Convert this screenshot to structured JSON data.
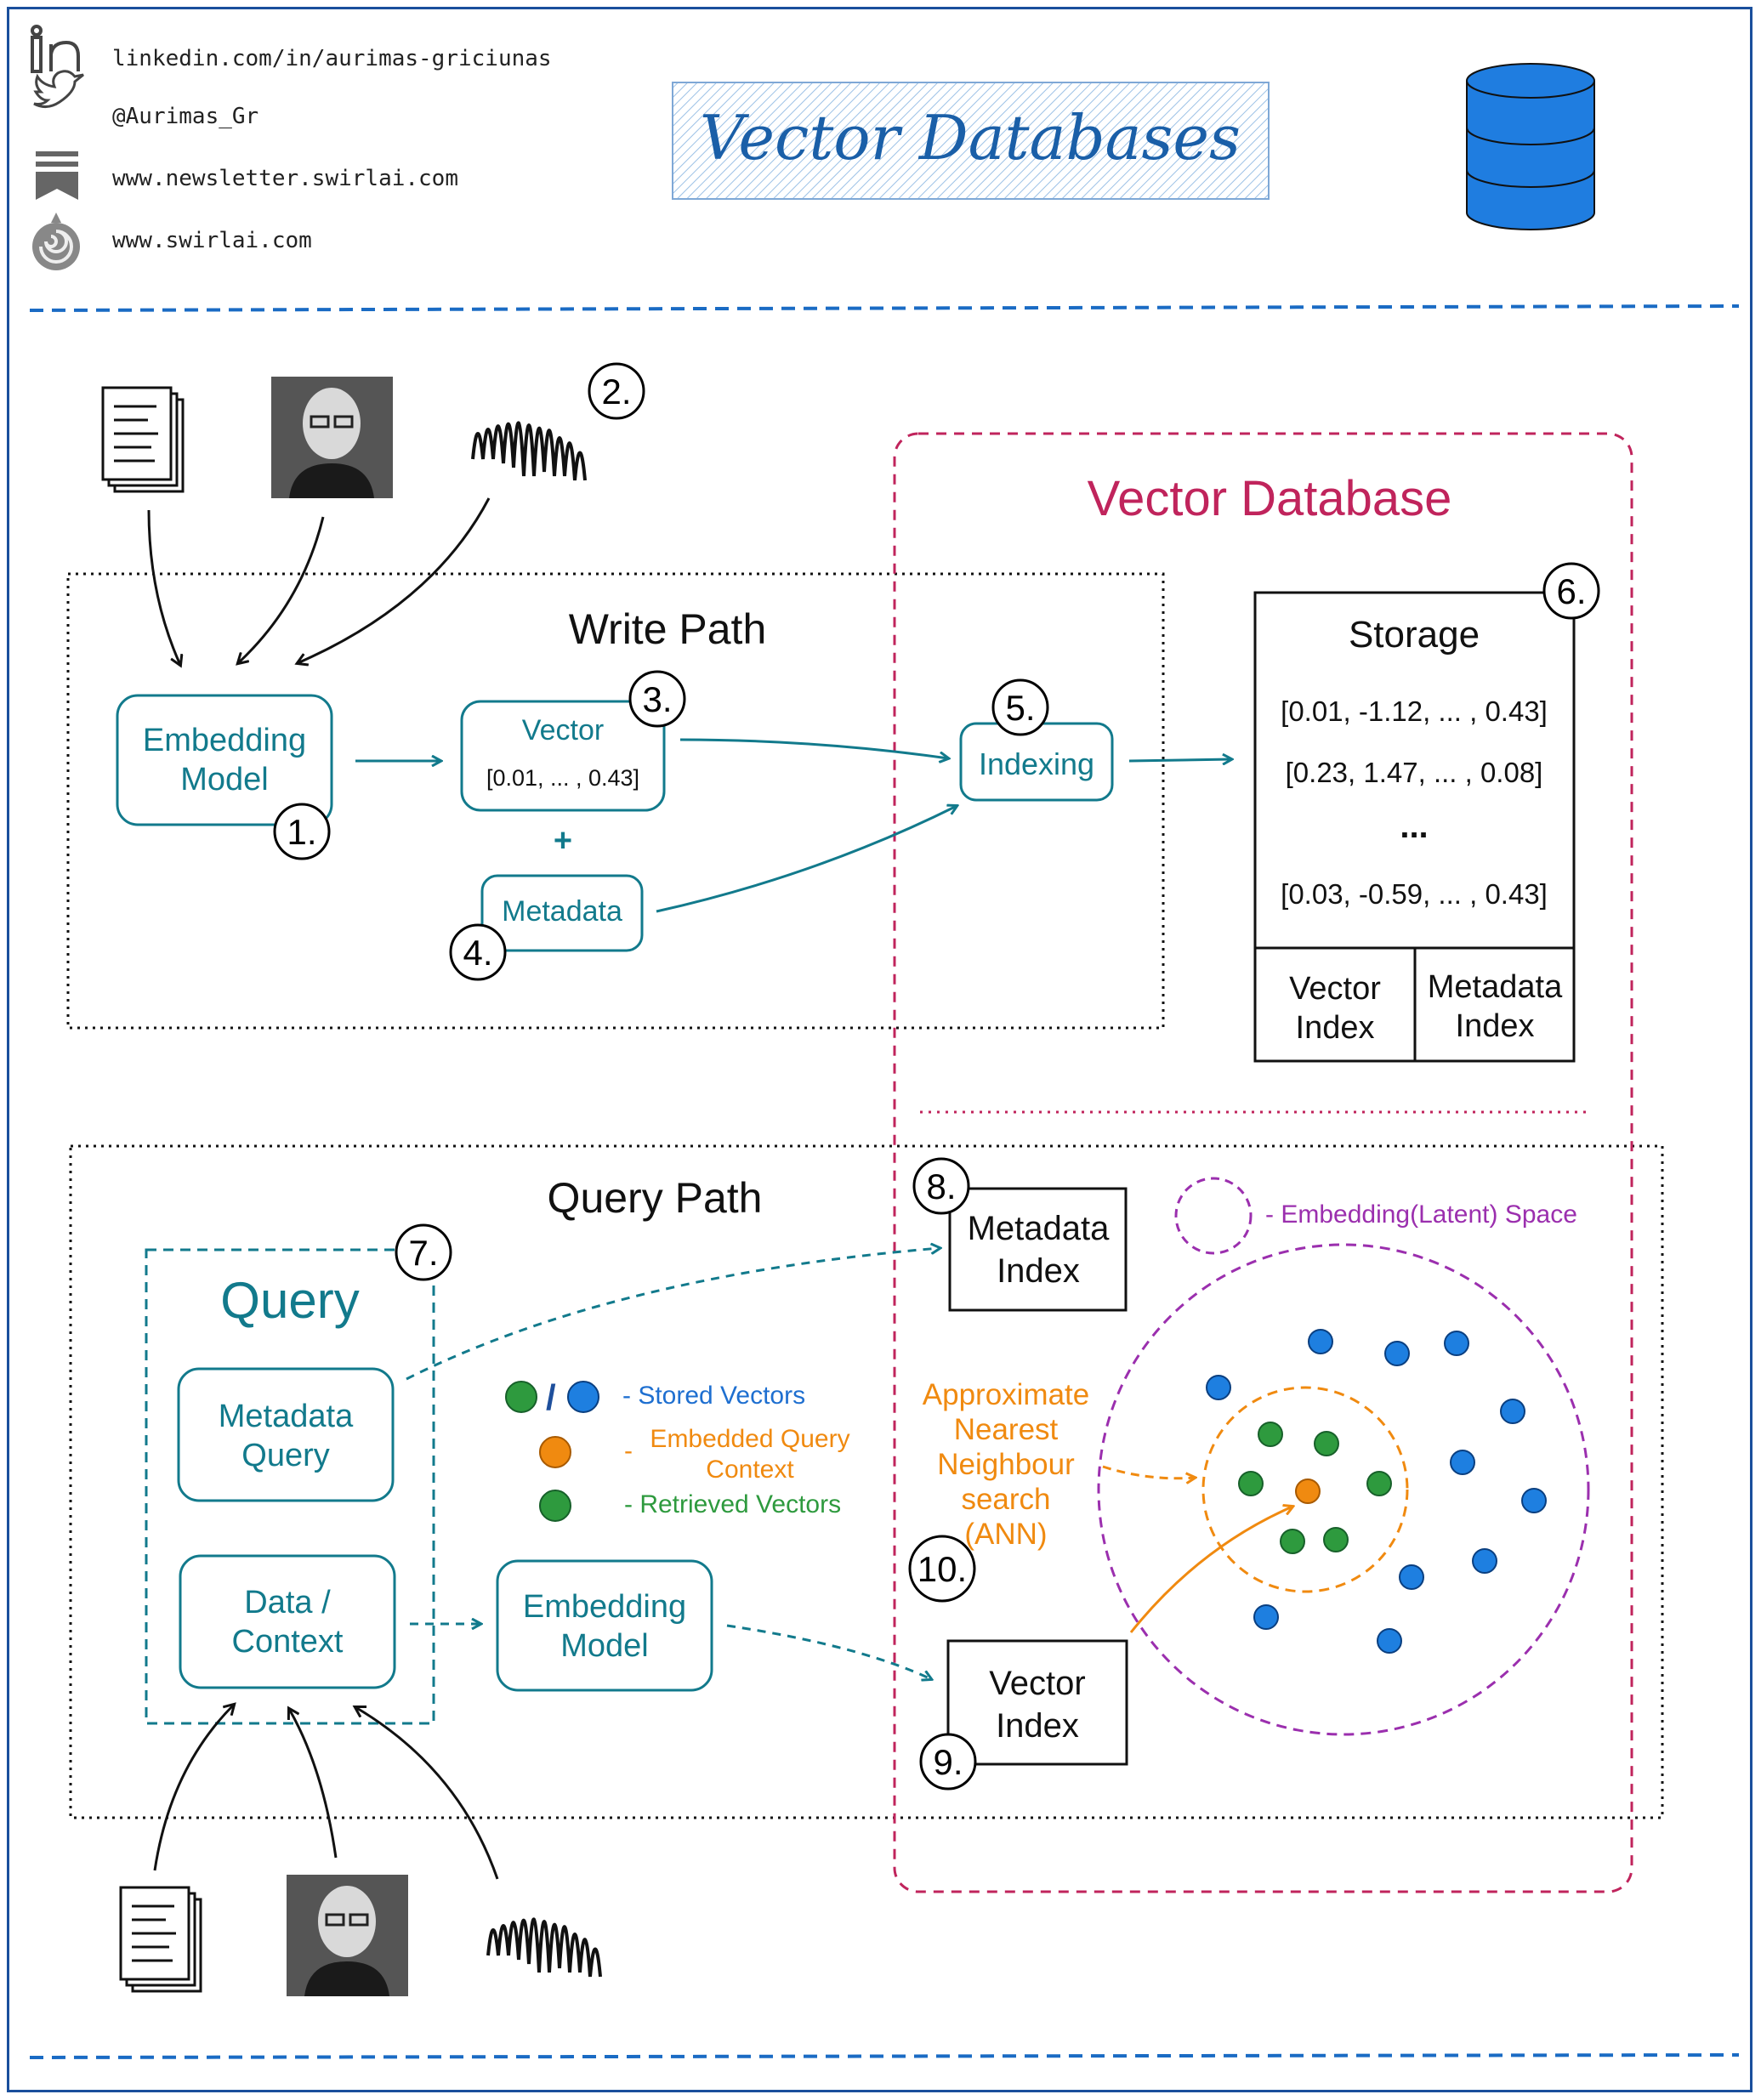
{
  "header": {
    "linkedin_text": "linkedin.com/in/aurimas-griciunas",
    "twitter_text": "@Aurimas_Gr",
    "newsletter_text": "www.newsletter.swirlai.com",
    "website_text": "www.swirlai.com",
    "title": "Vector Databases",
    "icons": [
      "linkedin-icon",
      "twitter-icon",
      "bookmark-icon",
      "swirl-icon",
      "database-icon"
    ]
  },
  "diagram": {
    "vector_database_title": "Vector Database",
    "write_path": {
      "title": "Write Path",
      "embedding_model": [
        "Embedding",
        "Model"
      ],
      "vector_label": "Vector",
      "vector_value": "[0.01, ... , 0.43]",
      "plus": "+",
      "metadata_label": "Metadata",
      "indexing_label": "Indexing"
    },
    "storage": {
      "title": "Storage",
      "rows": [
        "[0.01, -1.12, ... , 0.43]",
        "[0.23, 1.47, ... , 0.08]",
        "...",
        "[0.03, -0.59, ... , 0.43]"
      ],
      "vector_index": [
        "Vector",
        "Index"
      ],
      "metadata_index": [
        "Metadata",
        "Index"
      ]
    },
    "query_path": {
      "title": "Query Path",
      "query_title": "Query",
      "metadata_query": [
        "Metadata",
        "Query"
      ],
      "data_context": [
        "Data /",
        "Context"
      ],
      "embedding_model": [
        "Embedding",
        "Model"
      ],
      "metadata_index": [
        "Metadata",
        "Index"
      ],
      "vector_index": [
        "Vector",
        "Index"
      ],
      "ann_label": [
        "Approximate",
        "Nearest",
        "Neighbour",
        "search",
        "(ANN)"
      ]
    },
    "legend": {
      "stored_vectors": "- Stored Vectors",
      "stored_sep": "/",
      "embedded_query_dash": "-",
      "embedded_query": [
        "Embedded Query",
        "Context"
      ],
      "retrieved_vectors": "- Retrieved Vectors",
      "latent_space": "- Embedding(Latent) Space"
    },
    "badges": [
      "1.",
      "2.",
      "3.",
      "4.",
      "5.",
      "6.",
      "7.",
      "8.",
      "9.",
      "10."
    ],
    "colors": {
      "teal": "#127a8c",
      "crimson": "#c0245c",
      "purple": "#9b2fae",
      "orange": "#f08a10",
      "green": "#2e9a3e",
      "blue": "#1e7fe0",
      "frame_blue": "#1a4f9c"
    }
  }
}
